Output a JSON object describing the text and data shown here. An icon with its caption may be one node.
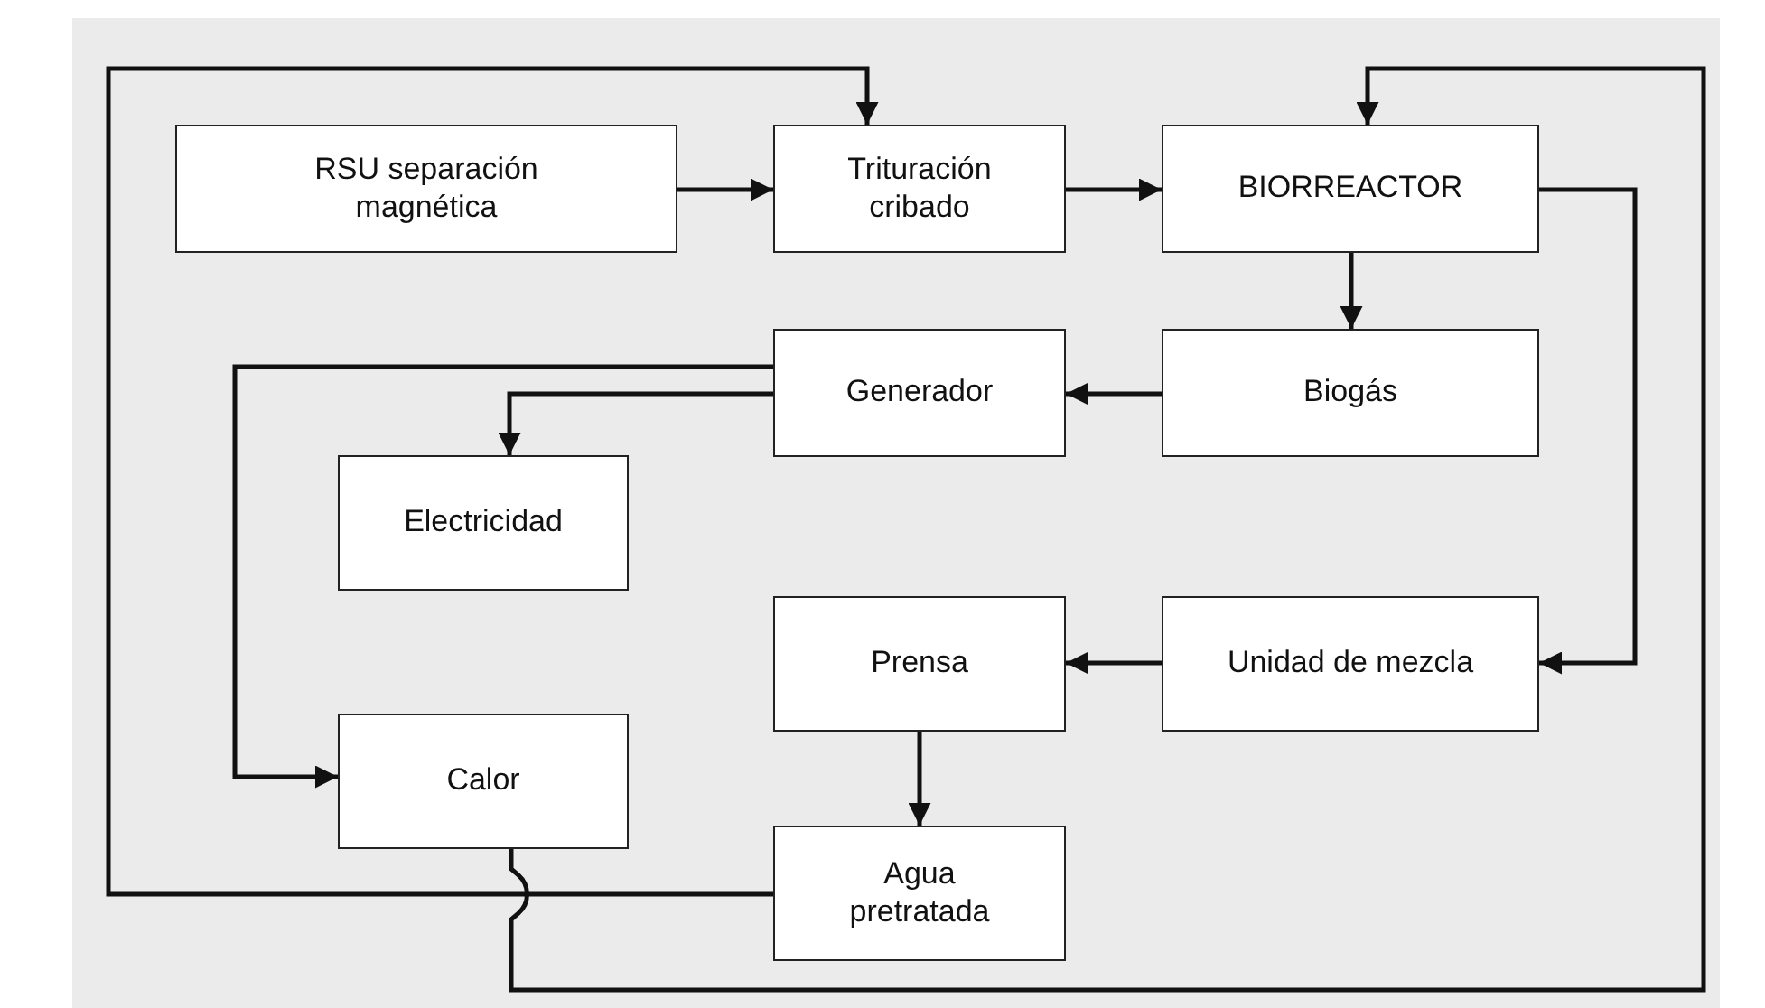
{
  "diagram": {
    "nodes": [
      {
        "text": [
          "RSU separación magnética"
        ]
      },
      {
        "text": [
          "Trituración cribado"
        ]
      },
      {
        "text": [
          "BIORREACTOR"
        ]
      },
      {
        "text": [
          "Generador"
        ]
      },
      {
        "text": [
          "Biogás"
        ]
      },
      {
        "text": [
          "Electricidad"
        ]
      },
      {
        "text": [
          "Prensa"
        ]
      },
      {
        "text": [
          "Unidad de mezcla"
        ]
      },
      {
        "text": [
          "Calor"
        ]
      },
      {
        "text": [
          "Agua pretratada"
        ]
      }
    ],
    "edges": [
      {
        "from": 0,
        "to": 1,
        "arrow": "to"
      },
      {
        "from": 1,
        "to": 2,
        "arrow": "to"
      },
      {
        "from": 2,
        "to": 4,
        "arrow": "to"
      },
      {
        "from": 4,
        "to": 3,
        "arrow": "to"
      },
      {
        "from": 3,
        "to": 5,
        "arrow": "to"
      },
      {
        "from": 3,
        "to": 8,
        "arrow": "to"
      },
      {
        "from": 2,
        "to": 7,
        "arrow": "to"
      },
      {
        "from": 7,
        "to": 6,
        "arrow": "to"
      },
      {
        "from": 6,
        "to": 9,
        "arrow": "to"
      },
      {
        "from": 9,
        "to": 1,
        "arrow": "to"
      },
      {
        "from": 8,
        "to": 2,
        "arrow": "to"
      }
    ]
  }
}
